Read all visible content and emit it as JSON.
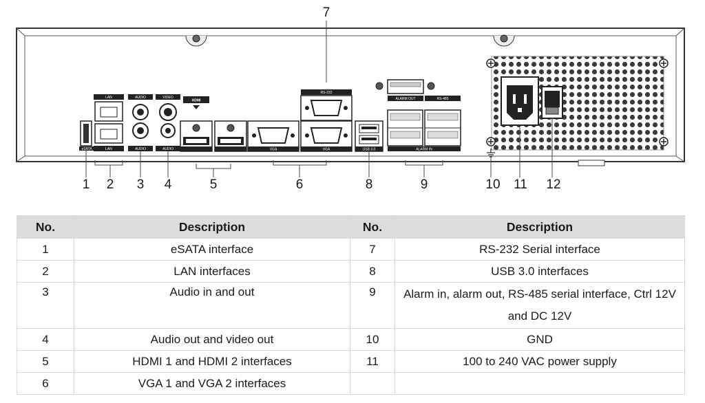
{
  "callouts": [
    "1",
    "2",
    "3",
    "4",
    "5",
    "6",
    "7",
    "8",
    "9",
    "10",
    "11",
    "12"
  ],
  "panel_labels": {
    "esata": "eSATA",
    "lan": "LAN",
    "audio": "AUDIO",
    "video": "VIDEO",
    "hdmi": "HDMI",
    "vga": "VGA",
    "rs232": "RS-232",
    "usb": "USB 3.0",
    "alarm_out": "ALARM OUT",
    "alarm_in": "ALARM IN",
    "rs485": "RS-485"
  },
  "table": {
    "headers": [
      "No.",
      "Description",
      "No.",
      "Description"
    ],
    "rows": [
      {
        "no_left": "1",
        "desc_left": "eSATA interface",
        "no_right": "7",
        "desc_right": "RS-232 Serial interface"
      },
      {
        "no_left": "2",
        "desc_left": "LAN interfaces",
        "no_right": "8",
        "desc_right": "USB 3.0 interfaces"
      },
      {
        "no_left": "3",
        "desc_left": "Audio in and out",
        "no_right": "9",
        "desc_right": "Alarm in, alarm out, RS-485 serial interface, Ctrl 12V and DC 12V"
      },
      {
        "no_left": "4",
        "desc_left": "Audio out and video out",
        "no_right": "10",
        "desc_right": "GND"
      },
      {
        "no_left": "5",
        "desc_left": "HDMI 1 and HDMI 2 interfaces",
        "no_right": "11",
        "desc_right": "100 to 240 VAC power supply"
      },
      {
        "no_left": "6",
        "desc_left": "VGA 1 and VGA 2 interfaces",
        "no_right": "",
        "desc_right": ""
      }
    ]
  }
}
